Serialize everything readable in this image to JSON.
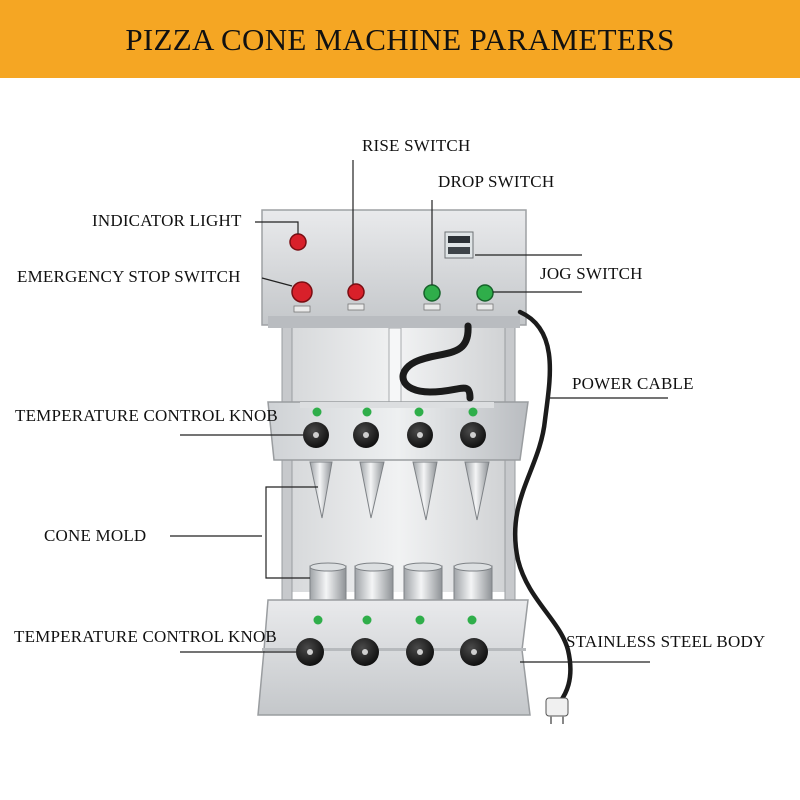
{
  "title": "PIZZA CONE MACHINE PARAMETERS",
  "colors": {
    "banner": "#f5a623",
    "steel_light": "#e3e4e6",
    "steel_dark": "#a9acb0",
    "red_button": "#d8202a",
    "green_button": "#2fae4a",
    "cable": "#1b1b1b"
  },
  "labels": {
    "indicator_light": "INDICATOR LIGHT",
    "emergency_stop": "EMERGENCY STOP SWITCH",
    "rise_switch": "RISE SWITCH",
    "drop_switch": "DROP SWITCH",
    "jog_switch": "JOG SWITCH",
    "power_cable": "POWER CABLE",
    "temp_knob_upper": "TEMPERATURE CONTROL KNOB",
    "cone_mold": "CONE MOLD",
    "temp_knob_lower": "TEMPERATURE CONTROL KNOB",
    "stainless_body": "STAINLESS STEEL BODY"
  }
}
